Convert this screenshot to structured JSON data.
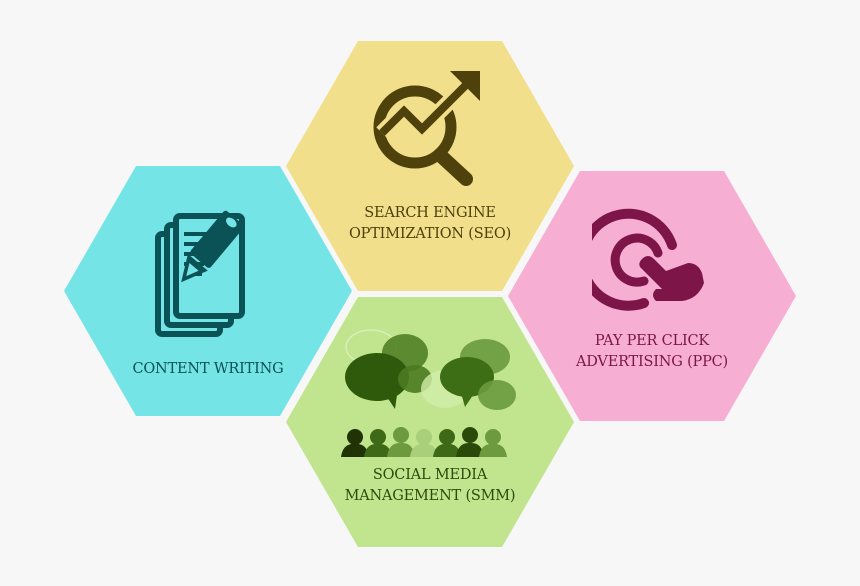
{
  "diagram": {
    "background": "#f7f7f7",
    "hexagons": [
      {
        "id": "content-writing",
        "label_lines": [
          "CONTENT WRITING"
        ],
        "icon": "document-pencil-icon",
        "fill": "#75e4e6",
        "ink": "#0a5255"
      },
      {
        "id": "seo",
        "label_lines": [
          "SEARCH ENGINE",
          "OPTIMIZATION (SEO)"
        ],
        "icon": "magnifier-trend-icon",
        "fill": "#f1df8b",
        "ink": "#4f410c"
      },
      {
        "id": "smm",
        "label_lines": [
          "SOCIAL MEDIA",
          "MANAGEMENT (SMM)"
        ],
        "icon": "social-chat-people-icon",
        "fill": "#c1e48f",
        "ink": "#2e4a0b"
      },
      {
        "id": "ppc",
        "label_lines": [
          "PAY PER CLICK",
          "ADVERTISING (PPC)"
        ],
        "icon": "click-target-icon",
        "fill": "#f6aed2",
        "ink": "#7e1548"
      }
    ]
  }
}
